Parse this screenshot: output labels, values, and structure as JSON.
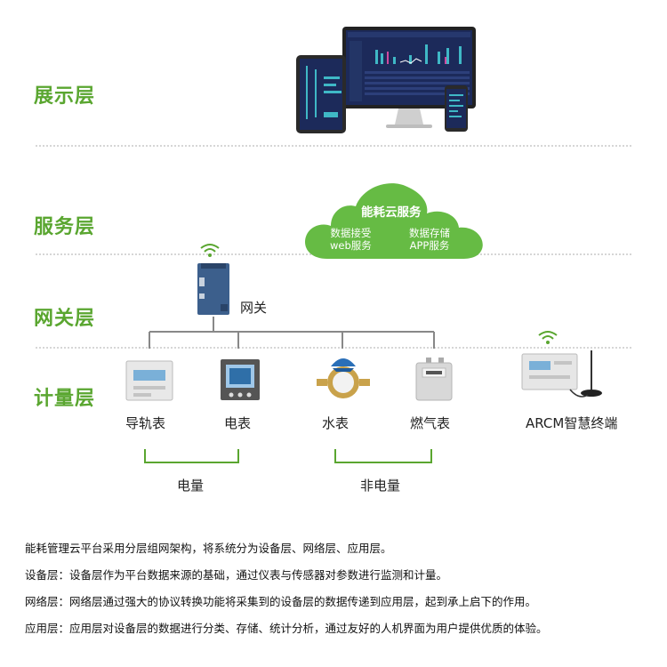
{
  "layers": {
    "display": "展示层",
    "service": "服务层",
    "gateway": "网关层",
    "metering": "计量层"
  },
  "cloud": {
    "title": "能耗云服务",
    "left_line1": "数据接受",
    "left_line2": "web服务",
    "right_line1": "数据存储",
    "right_line2": "APP服务"
  },
  "gateway_label": "网关",
  "devices": {
    "rail_meter": "导轨表",
    "electric_meter": "电表",
    "water_meter": "水表",
    "gas_meter": "燃气表",
    "arcm": "ARCM智慧终端"
  },
  "groups": {
    "electric": "电量",
    "non_electric": "非电量"
  },
  "description": {
    "intro": "能耗管理云平台采用分层组网架构，将系统分为设备层、网络层、应用层。",
    "device_layer": "设备层：设备层作为平台数据来源的基础，通过仪表与传感器对参数进行监测和计量。",
    "network_layer": "网络层：网络层通过强大的协议转换功能将采集到的设备层的数据传递到应用层，起到承上启下的作用。",
    "app_layer": "应用层：应用层对设备层的数据进行分类、存储、统计分析，通过友好的人机界面为用户提供优质的体验。"
  },
  "colors": {
    "accent_green": "#5aa630",
    "cloud_green": "#66bb44",
    "screen_navy": "#1c2a5a",
    "line_gray": "#888888"
  }
}
